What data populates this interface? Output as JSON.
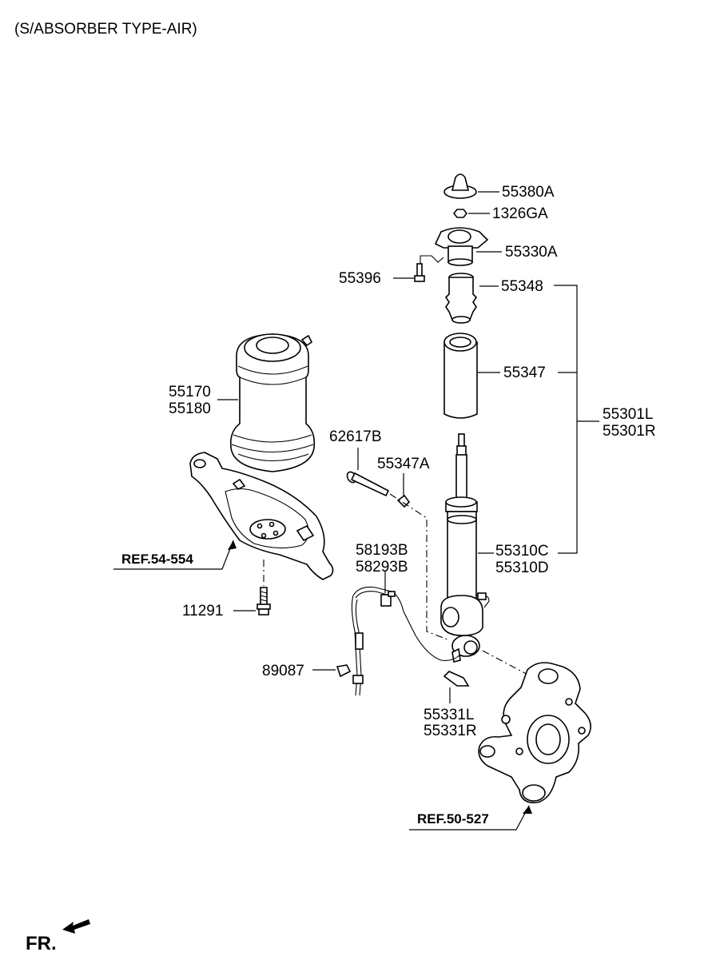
{
  "title": "(S/ABSORBER TYPE-AIR)",
  "parts": {
    "p55380A": "55380A",
    "p1326GA": "1326GA",
    "p55330A": "55330A",
    "p55396": "55396",
    "p55348": "55348",
    "p55347": "55347",
    "p55170": "55170",
    "p55180": "55180",
    "p55301L": "55301L",
    "p55301R": "55301R",
    "p62617B": "62617B",
    "p55347A": "55347A",
    "p55310C": "55310C",
    "p55310D": "55310D",
    "p58193B": "58193B",
    "p58293B": "58293B",
    "p11291": "11291",
    "p89087": "89087",
    "p55331L": "55331L",
    "p55331R": "55331R"
  },
  "refs": {
    "ref_54_554": "REF.54-554",
    "ref_50_527": "REF.50-527"
  },
  "direction": {
    "label": "FR.",
    "icon": "front-direction-arrow-icon"
  }
}
